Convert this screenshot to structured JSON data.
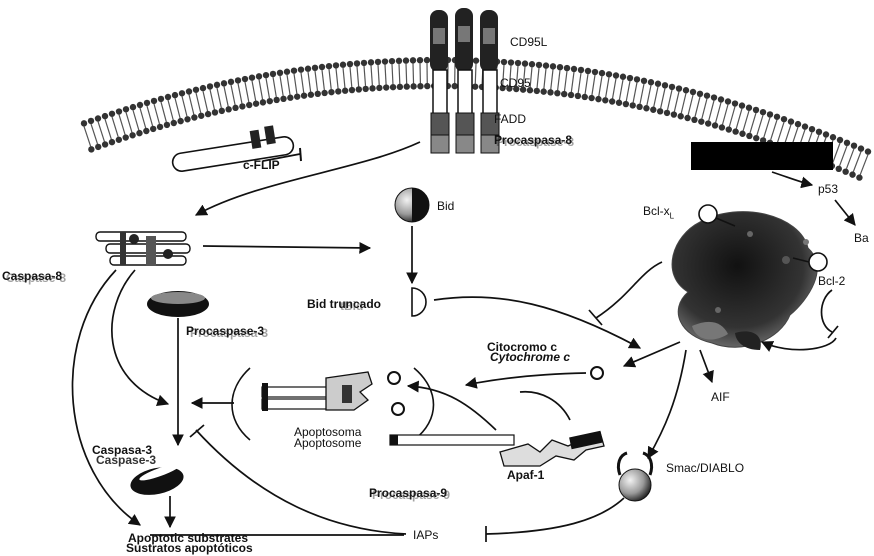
{
  "labels": {
    "cd95l": "CD95L",
    "cd95": "CD95",
    "fadd": "FADD",
    "procaspase8_top": "Procaspasa-8",
    "procaspase8_top_overlay": "Procaspase-8",
    "cflip": "c-FLIP",
    "bid": "Bid",
    "p53": "p53",
    "bax": "Ba",
    "bclxl": "Bcl-x",
    "bclxl_sub": "L",
    "bcl2": "Bcl-2",
    "caspase8_a": "Caspasa-8",
    "caspase8_b": "Caspase-8",
    "tbid_a": "Bid truncado",
    "tbid_b": "tBid",
    "procaspase3_a": "Procaspase-3",
    "procaspase3_b": "Procaspasa-3",
    "cytc_a": "Citocromo c",
    "cytc_b": "Cytochrome c",
    "aif": "AIF",
    "apoptosome_a": "Apoptosoma",
    "apoptosome_b": "Apoptosome",
    "apaf1": "Apaf-1",
    "caspase3_a": "Caspasa-3",
    "caspase3_b": "Caspase-3",
    "smac": "Smac/DIABLO",
    "procaspase9_a": "Procaspasa-9",
    "procaspase9_b": "Procaspase-9",
    "iaps": "IAPs",
    "substrates_a": "Apoptotic substrates",
    "substrates_b": "Sustratos apoptóticos"
  }
}
